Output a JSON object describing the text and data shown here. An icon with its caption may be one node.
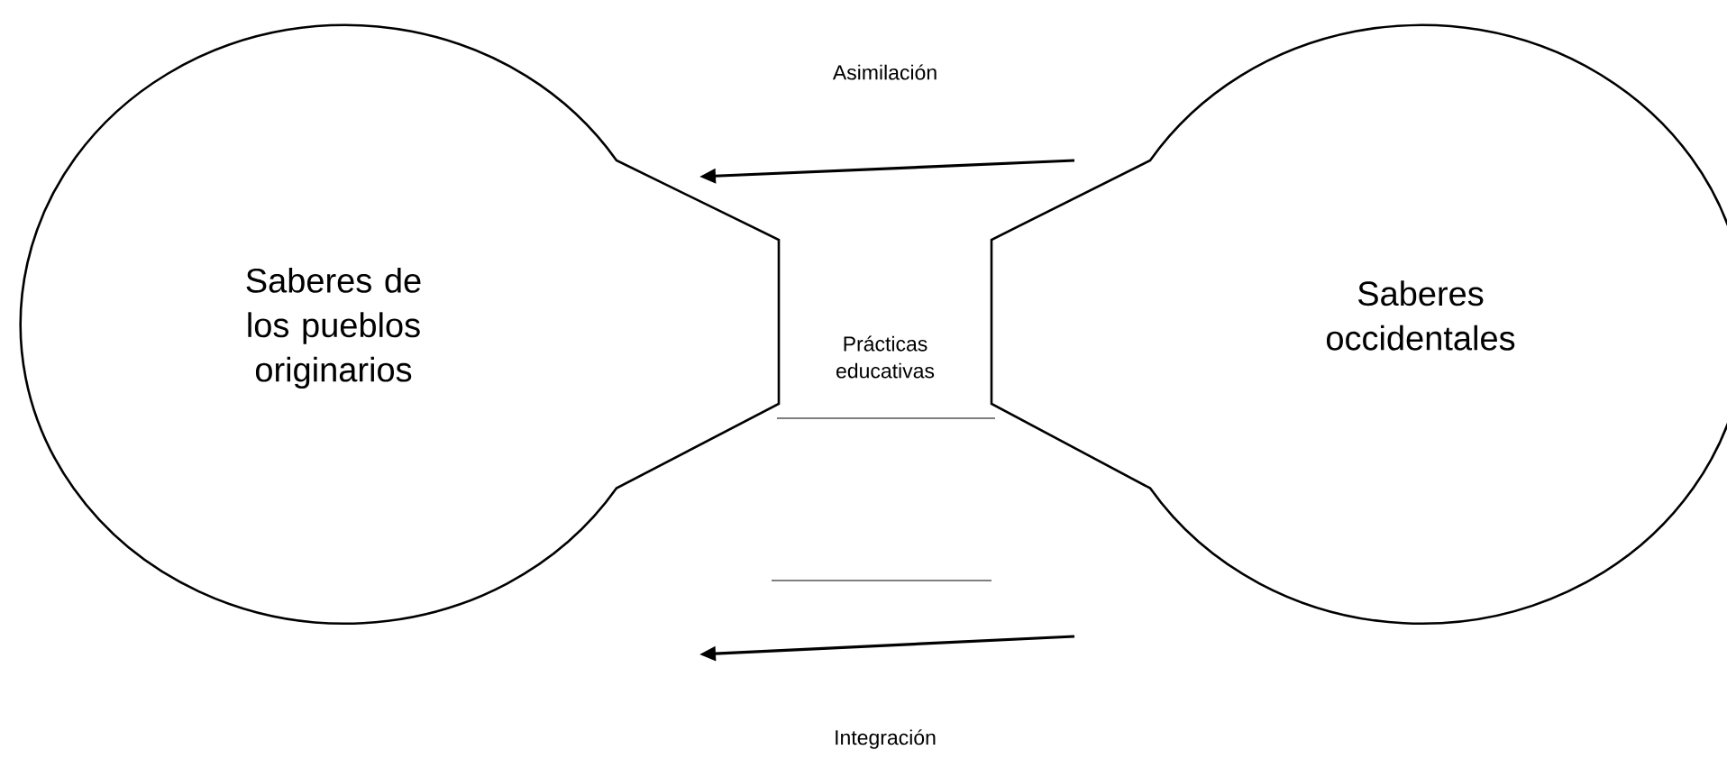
{
  "diagram": {
    "nodes": [
      {
        "text": [
          "Saberes de los pueblos originarios"
        ]
      },
      {
        "text": [
          "Saberes occidentales"
        ]
      },
      {
        "text": [
          "Prácticas educativas"
        ]
      }
    ],
    "labels": [
      "Asimilación",
      "Integración"
    ]
  }
}
